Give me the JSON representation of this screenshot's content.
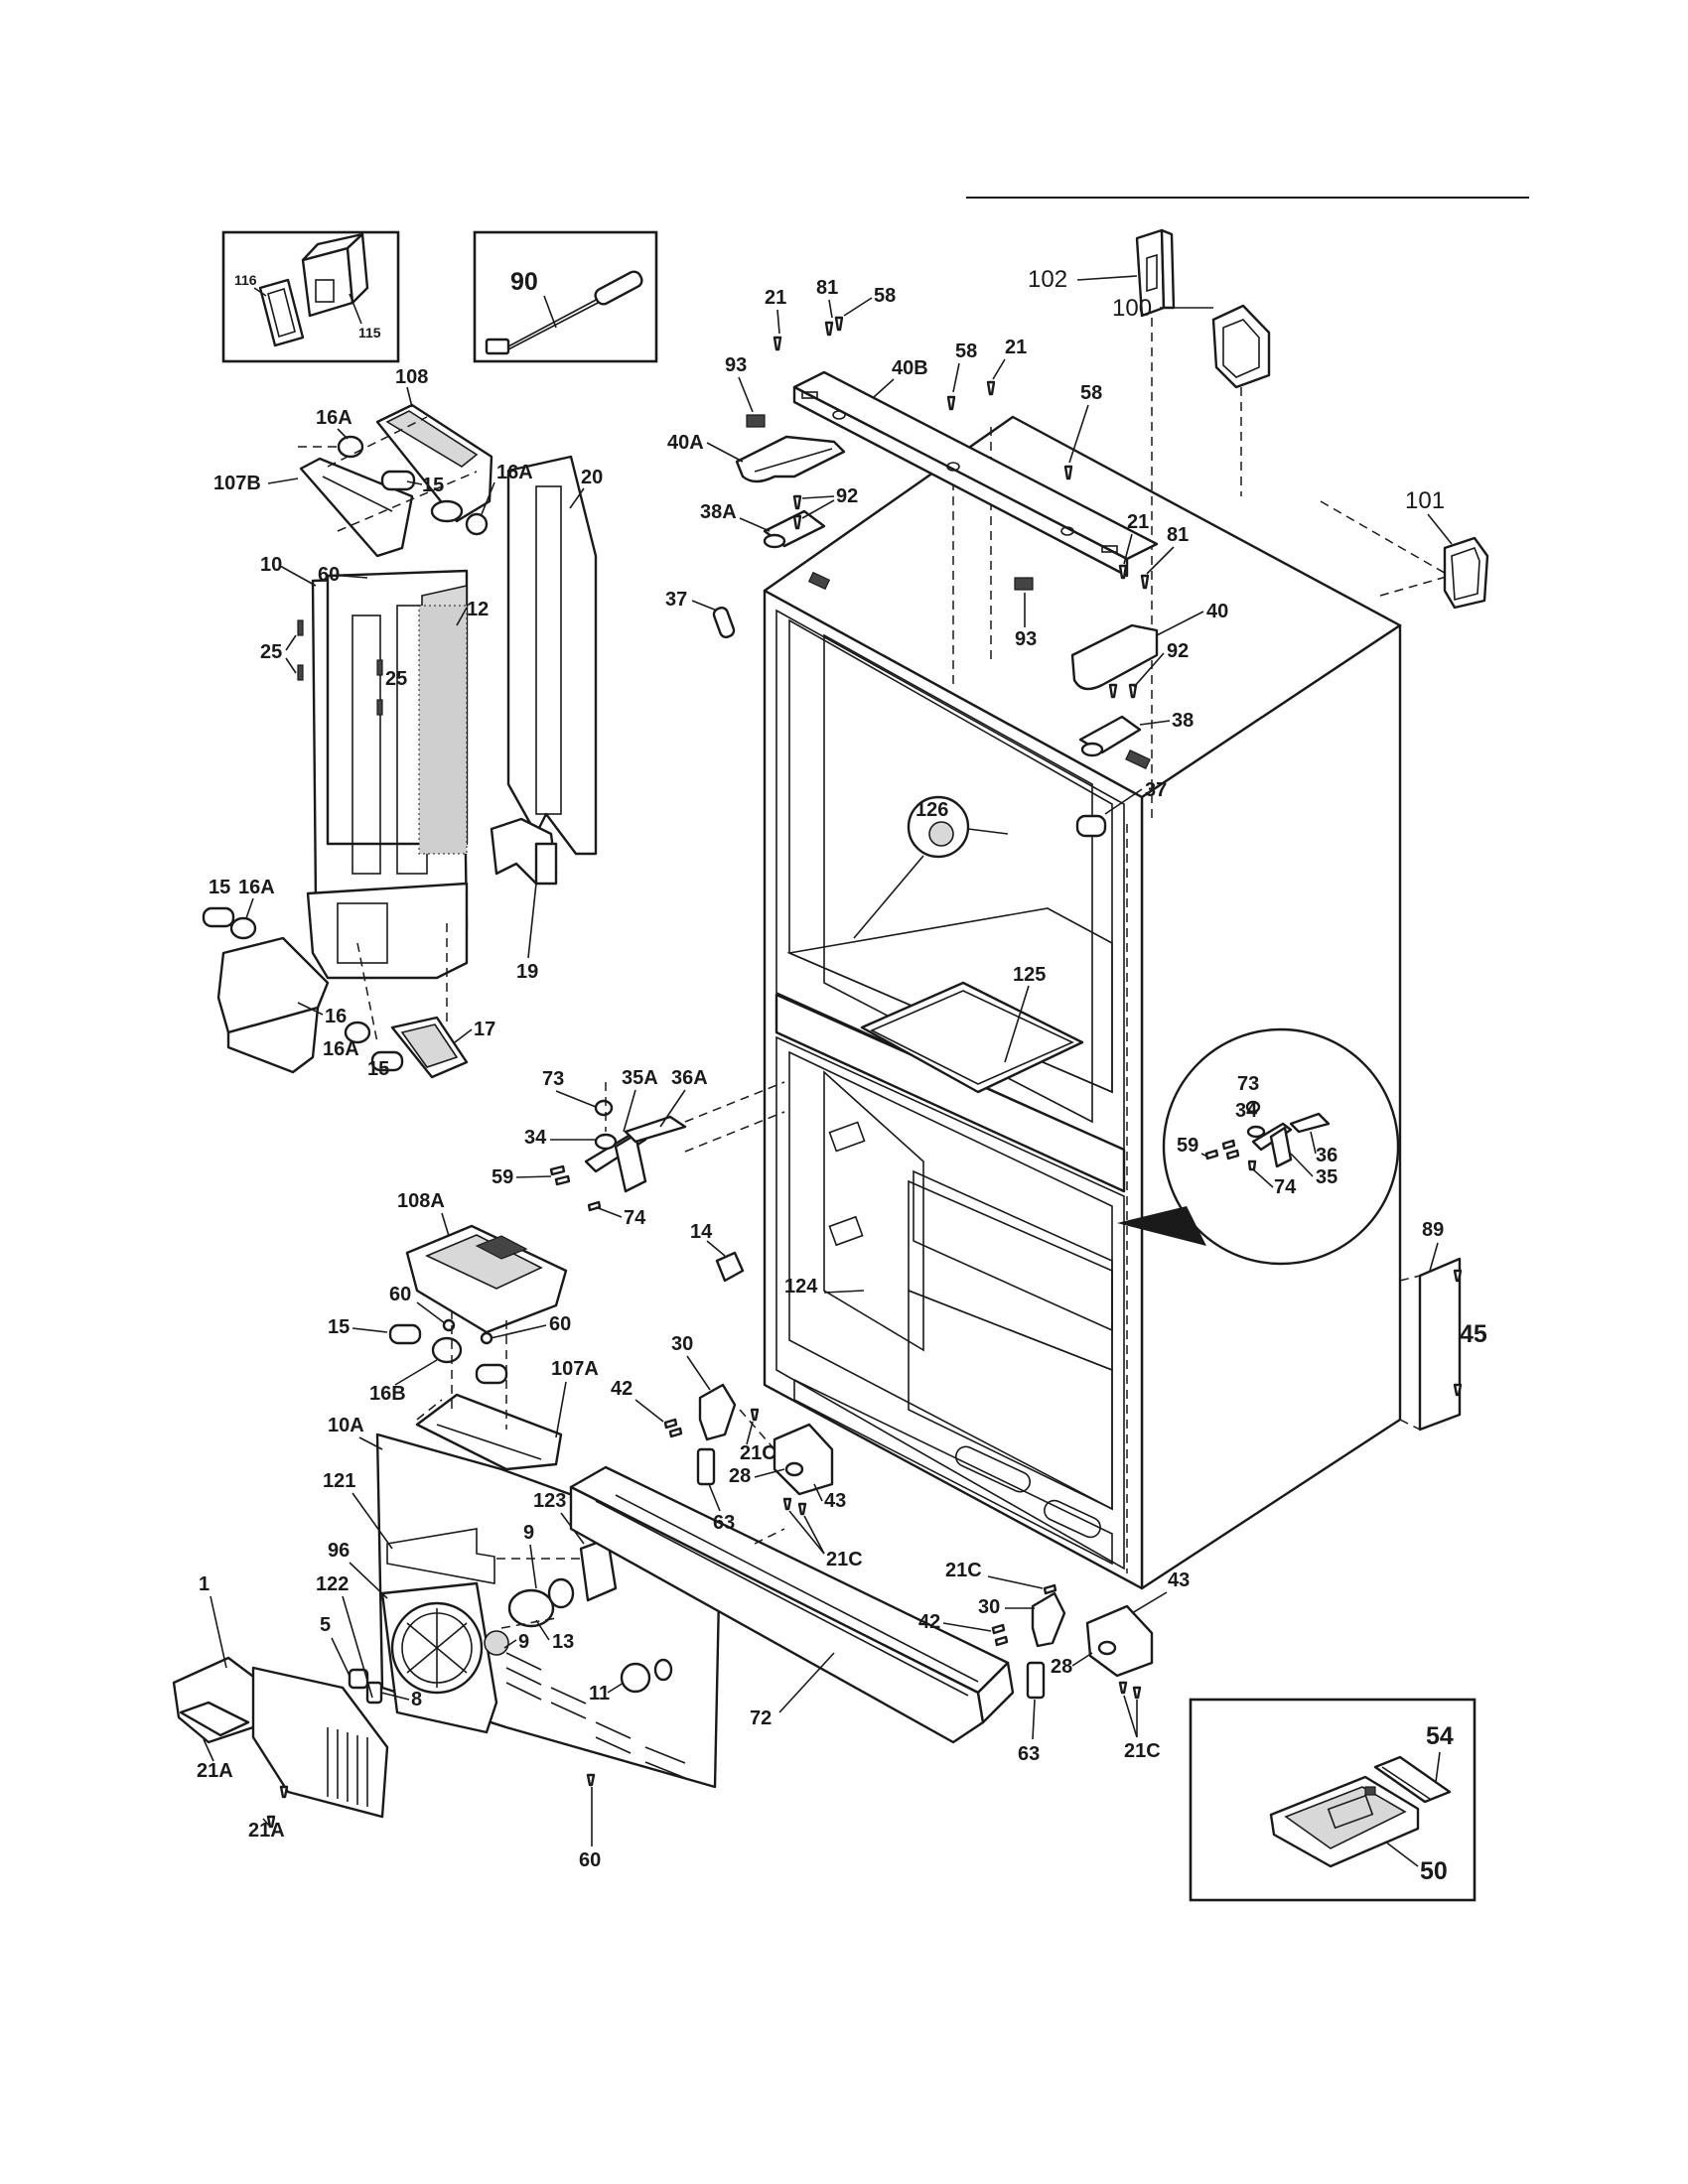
{
  "callouts": {
    "c116": "116",
    "c115": "115",
    "c90": "90",
    "c108": "108",
    "c16a_1": "16A",
    "c107b": "107B",
    "c15_1": "15",
    "c16a_2": "16A",
    "c20": "20",
    "c10": "10",
    "c60_1": "60",
    "c12": "12",
    "c25_1": "25",
    "c25_2": "25",
    "c19": "19",
    "c15_2": "15",
    "c16a_3": "16A",
    "c16": "16",
    "c17": "17",
    "c16a_4": "16A",
    "c15_3": "15",
    "c21_1": "21",
    "c81_1": "81",
    "c58_1": "58",
    "c93_1": "93",
    "c40b": "40B",
    "c58_2": "58",
    "c21_2": "21",
    "c40a": "40A",
    "c92_1": "92",
    "c38a": "38A",
    "c37_1": "37",
    "c102": "102",
    "c100": "100",
    "c58_3": "58",
    "c101": "101",
    "c21_3": "21",
    "c81_2": "81",
    "c93_2": "93",
    "c40": "40",
    "c92_2": "92",
    "c38": "38",
    "c37_2": "37",
    "c126": "126",
    "c125": "125",
    "c73_1": "73",
    "c35a": "35A",
    "c36a": "36A",
    "c34_1": "34",
    "c59_1": "59",
    "c74_1": "74",
    "c73_2": "73",
    "c34_2": "34",
    "c59_2": "59",
    "c36": "36",
    "c74_2": "74",
    "c35": "35",
    "c14": "14",
    "c124": "124",
    "c89": "89",
    "c45": "45",
    "c108a": "108A",
    "c60_2": "60",
    "c60_3": "60",
    "c15_4": "15",
    "c16b": "16B",
    "c107a": "107A",
    "c10a": "10A",
    "c121": "121",
    "c9_1": "9",
    "c123": "123",
    "c96": "96",
    "c13": "13",
    "c9_2": "9",
    "c122": "122",
    "c1": "1",
    "c5": "5",
    "c8": "8",
    "c11": "11",
    "c21a_1": "21A",
    "c21a_2": "21A",
    "c60_4": "60",
    "c72": "72",
    "c30_1": "30",
    "c42_1": "42",
    "c21c_1": "21C",
    "c28_1": "28",
    "c43_1": "43",
    "c63_1": "63",
    "c21c_2": "21C",
    "c21c_3": "21C",
    "c30_2": "30",
    "c42_2": "42",
    "c43_2": "43",
    "c28_2": "28",
    "c63_2": "63",
    "c21c_4": "21C",
    "c54": "54",
    "c50": "50"
  }
}
